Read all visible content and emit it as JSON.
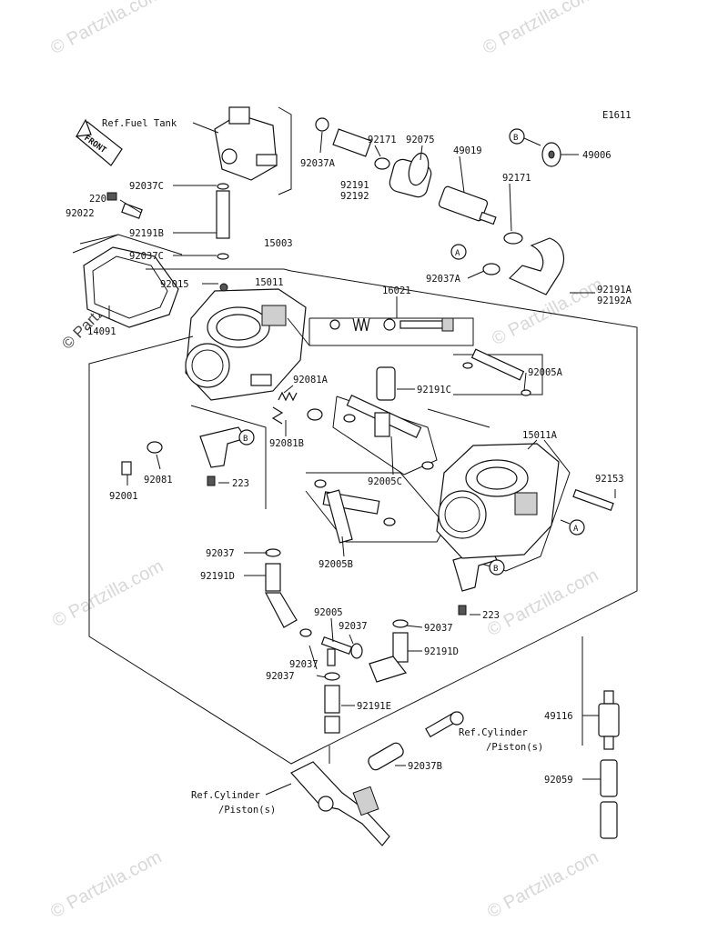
{
  "diagram_code": "E1611",
  "front_label": "FRONT",
  "watermark": "© Partzilla.com",
  "references": {
    "fuel_tank": "Ref.Fuel Tank",
    "cylinder_right_1": "Ref.Cylinder",
    "cylinder_right_2": "/Piston(s)",
    "cylinder_left_1": "Ref.Cylinder",
    "cylinder_left_2": "/Piston(s)"
  },
  "callouts": {
    "a_top": "A",
    "a_right": "A",
    "b_top": "B",
    "b_left": "B",
    "b_right": "B"
  },
  "parts": {
    "p220": "220",
    "p92022": "92022",
    "p92037C_1": "92037C",
    "p92191B": "92191B",
    "p92037C_2": "92037C",
    "p92015": "92015",
    "p14091": "14091",
    "p15003": "15003",
    "p15011": "15011",
    "p16021": "16021",
    "p92037A_1": "92037A",
    "p92171_1": "92171",
    "p92191": "92191",
    "p92192": "92192",
    "p92075": "92075",
    "p49019": "49019",
    "p49006": "49006",
    "p92171_2": "92171",
    "p92037A_2": "92037A",
    "p92191A": "92191A",
    "p92192A": "92192A",
    "p92005A": "92005A",
    "p92191C": "92191C",
    "p92081A": "92081A",
    "p92081B": "92081B",
    "p92081": "92081",
    "p92001": "92001",
    "p223_1": "223",
    "p92005C": "92005C",
    "p15011A": "15011A",
    "p92153": "92153",
    "p92005B": "92005B",
    "p92037_1": "92037",
    "p92191D_1": "92191D",
    "p92005": "92005",
    "p92037_2": "92037",
    "p92037_3": "92037",
    "p92037_4": "92037",
    "p92037_5": "92037",
    "p92191D_2": "92191D",
    "p223_2": "223",
    "p92191E": "92191E",
    "p92037B": "92037B",
    "p49116": "49116",
    "p92059": "92059"
  }
}
